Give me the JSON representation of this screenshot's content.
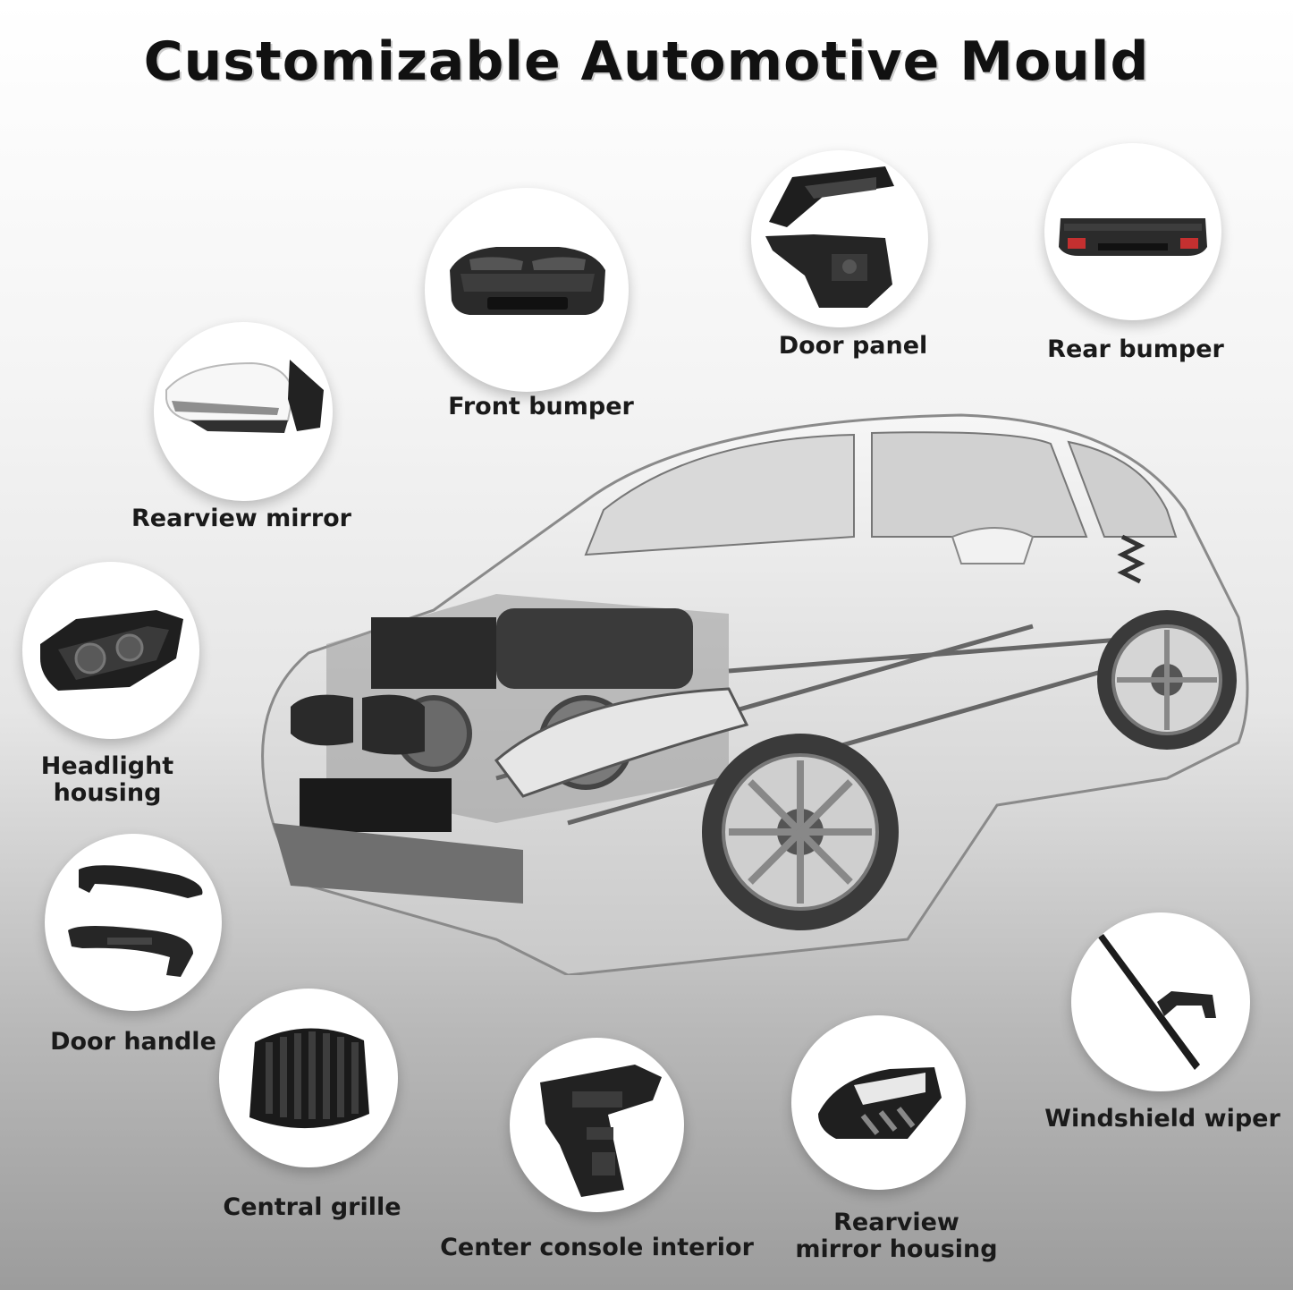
{
  "title": "Customizable  Automotive  Mould",
  "parts": {
    "front_bumper": "Front bumper",
    "door_panel": "Door panel",
    "rear_bumper": "Rear bumper",
    "rearview_mirror": "Rearview mirror",
    "headlight_housing": [
      "Headlight",
      "housing"
    ],
    "door_handle": "Door handle",
    "central_grille": "Central grille",
    "center_console": "Center console interior",
    "mirror_housing": [
      "Rearview",
      "mirror housing"
    ],
    "windshield_wiper": "Windshield wiper"
  },
  "icons": {
    "front_bumper": "front-bumper-icon",
    "door_panel": "door-panel-icon",
    "rear_bumper": "rear-bumper-icon",
    "rearview_mirror": "rearview-mirror-icon",
    "headlight_housing": "headlight-housing-icon",
    "door_handle": "door-handle-icon",
    "central_grille": "central-grille-icon",
    "center_console": "center-console-icon",
    "mirror_housing": "mirror-housing-icon",
    "windshield_wiper": "windshield-wiper-icon"
  }
}
